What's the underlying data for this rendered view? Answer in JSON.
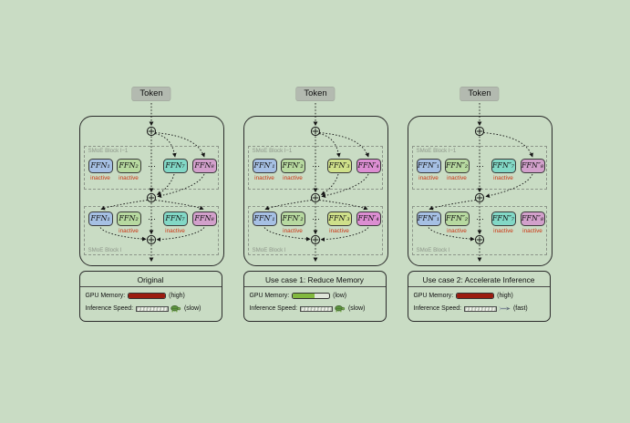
{
  "figure": {
    "background_color": "#c9dcc4",
    "inactive_text_color": "#cc3311",
    "expert_palette": {
      "blue": "#a6c0e4",
      "green": "#b7d9a0",
      "teal": "#82d8c6",
      "pink": "#d2a0cb",
      "lime": "#cfe08a",
      "magenta": "#dc8ed2"
    },
    "panels": [
      {
        "id": "original",
        "token_label": "Token",
        "ellipsis": "⋯",
        "blocks": [
          {
            "label": "SMoE Block l−1",
            "experts": [
              {
                "label": "FFN₁",
                "color": "#a6c0e4",
                "inactive": true,
                "inactive_label": "inactive"
              },
              {
                "label": "FFN₂",
                "color": "#b7d9a0",
                "inactive": true,
                "inactive_label": "inactive"
              },
              {
                "label": "FFN₇",
                "color": "#82d8c6",
                "inactive": false,
                "inactive_label": ""
              },
              {
                "label": "FFN₈",
                "color": "#d2a0cb",
                "inactive": false,
                "inactive_label": ""
              }
            ]
          },
          {
            "label": "SMoE Block l",
            "experts": [
              {
                "label": "FFN₁",
                "color": "#a6c0e4",
                "inactive": false,
                "inactive_label": ""
              },
              {
                "label": "FFN₂",
                "color": "#b7d9a0",
                "inactive": true,
                "inactive_label": "inactive"
              },
              {
                "label": "FFN₇",
                "color": "#82d8c6",
                "inactive": true,
                "inactive_label": "inactive"
              },
              {
                "label": "FFN₈",
                "color": "#d2a0cb",
                "inactive": false,
                "inactive_label": ""
              }
            ]
          }
        ],
        "caption": "Original",
        "gpu_memory": {
          "label": "GPU Memory:",
          "value": "(high)",
          "level": "high",
          "bar_color": "#9b1c10"
        },
        "inference_speed": {
          "label": "Inference Speed:",
          "value": "(slow)",
          "icon": "turtle-icon"
        }
      },
      {
        "id": "reduce-memory",
        "token_label": "Token",
        "ellipsis": "⋯",
        "blocks": [
          {
            "label": "SMoE Block l−1",
            "experts": [
              {
                "label": "FFN′₁",
                "color": "#a6c0e4",
                "inactive": true,
                "inactive_label": "inactive"
              },
              {
                "label": "FFN′₂",
                "color": "#b7d9a0",
                "inactive": true,
                "inactive_label": "inactive"
              },
              {
                "label": "FFN′₃",
                "color": "#cfe08a",
                "inactive": false,
                "inactive_label": ""
              },
              {
                "label": "FFN′₄",
                "color": "#dc8ed2",
                "inactive": false,
                "inactive_label": ""
              }
            ]
          },
          {
            "label": "SMoE Block l",
            "experts": [
              {
                "label": "FFN′₁",
                "color": "#a6c0e4",
                "inactive": false,
                "inactive_label": ""
              },
              {
                "label": "FFN′₂",
                "color": "#b7d9a0",
                "inactive": true,
                "inactive_label": "inactive"
              },
              {
                "label": "FFN′₃",
                "color": "#cfe08a",
                "inactive": true,
                "inactive_label": "inactive"
              },
              {
                "label": "FFN′₄",
                "color": "#dc8ed2",
                "inactive": false,
                "inactive_label": ""
              }
            ]
          }
        ],
        "caption": "Use case 1: Reduce Memory",
        "gpu_memory": {
          "label": "GPU Memory:",
          "value": "(low)",
          "level": "low",
          "bar_color": "#82b93f"
        },
        "inference_speed": {
          "label": "Inference Speed:",
          "value": "(slow)",
          "icon": "turtle-icon"
        }
      },
      {
        "id": "accelerate-inference",
        "token_label": "Token",
        "ellipsis": "⋯",
        "blocks": [
          {
            "label": "SMoE Block l−1",
            "experts": [
              {
                "label": "FFN″₁",
                "color": "#a6c0e4",
                "inactive": true,
                "inactive_label": "inactive"
              },
              {
                "label": "FFN″₂",
                "color": "#b7d9a0",
                "inactive": true,
                "inactive_label": "inactive"
              },
              {
                "label": "FFN″₇",
                "color": "#82d8c6",
                "inactive": true,
                "inactive_label": "inactive"
              },
              {
                "label": "FFN″₈",
                "color": "#d2a0cb",
                "inactive": false,
                "inactive_label": ""
              }
            ]
          },
          {
            "label": "SMoE Block l",
            "experts": [
              {
                "label": "FFN″₁",
                "color": "#a6c0e4",
                "inactive": false,
                "inactive_label": ""
              },
              {
                "label": "FFN″₂",
                "color": "#b7d9a0",
                "inactive": true,
                "inactive_label": "inactive"
              },
              {
                "label": "FFN″₇",
                "color": "#82d8c6",
                "inactive": true,
                "inactive_label": "inactive"
              },
              {
                "label": "FFN″₈",
                "color": "#d2a0cb",
                "inactive": true,
                "inactive_label": "inactive"
              }
            ]
          }
        ],
        "caption": "Use case 2: Accelerate Inference",
        "gpu_memory": {
          "label": "GPU Memory:",
          "value": "(high)",
          "level": "high",
          "bar_color": "#9b1c10"
        },
        "inference_speed": {
          "label": "Inference Speed:",
          "value": "(fast)",
          "icon": "dart-icon"
        }
      }
    ]
  }
}
